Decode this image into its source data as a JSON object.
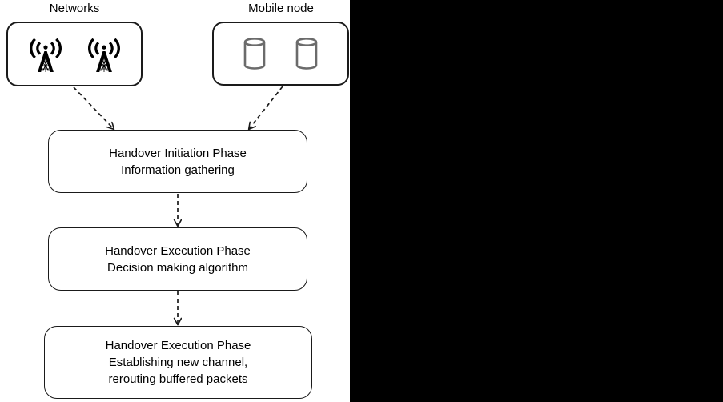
{
  "figure": {
    "title": "Handover process flow diagram",
    "background": "#ffffff",
    "stroke_color": "#1a1a1a",
    "cylinder_color": "#6b6b6b",
    "panel_color": "#000000"
  },
  "captions": [
    {
      "id": "networks",
      "label": "Networks"
    },
    {
      "id": "mobile-node",
      "label": "Mobile node"
    }
  ],
  "sources": [
    {
      "id": "networks-box",
      "label": "Networks",
      "icons": [
        "cell-tower-icon",
        "cell-tower-icon"
      ]
    },
    {
      "id": "mobile-node-box",
      "label": "Mobile node",
      "icons": [
        "database-cylinder-icon",
        "database-cylinder-icon"
      ]
    }
  ],
  "phases": [
    {
      "id": "handover-initiation",
      "title": "Handover Initiation Phase",
      "subtitle": "Information gathering",
      "text": "Handover Initiation Phase\nInformation gathering"
    },
    {
      "id": "handover-execution-decision",
      "title": "Handover Execution Phase",
      "subtitle": "Decision making algorithm",
      "text": "Handover Execution Phase\nDecision making algorithm"
    },
    {
      "id": "handover-execution-establish",
      "title": "Handover Execution Phase",
      "subtitle": "Establishing new channel, rerouting buffered packets",
      "text": "Handover Execution Phase\nEstablishing new channel,\nrerouting buffered packets"
    }
  ],
  "connectors": [
    {
      "id": "networks-to-initiation",
      "style": "dashed",
      "arrow": "open",
      "from": "networks-box",
      "to": "handover-initiation"
    },
    {
      "id": "mobile-node-to-initiation",
      "style": "dashed",
      "arrow": "open",
      "from": "mobile-node-box",
      "to": "handover-initiation"
    },
    {
      "id": "initiation-to-decision",
      "style": "dashed",
      "arrow": "open",
      "from": "handover-initiation",
      "to": "handover-execution-decision"
    },
    {
      "id": "decision-to-establish",
      "style": "dashed",
      "arrow": "open",
      "from": "handover-execution-decision",
      "to": "handover-execution-establish"
    }
  ]
}
